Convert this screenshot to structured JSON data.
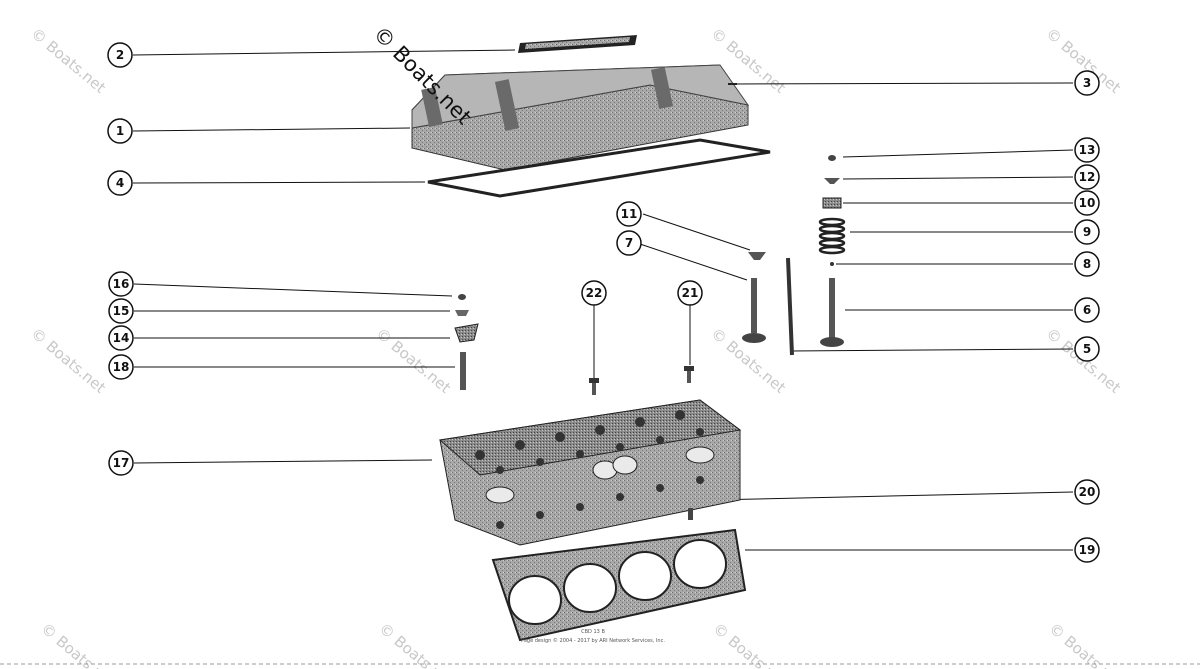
{
  "watermarks": {
    "primary": "© Boats.net",
    "faint": "© Boats.net"
  },
  "callouts": {
    "c1": "1",
    "c2": "2",
    "c3": "3",
    "c4": "4",
    "c5": "5",
    "c6": "6",
    "c7": "7",
    "c8": "8",
    "c9": "9",
    "c10": "10",
    "c11": "11",
    "c12": "12",
    "c13": "13",
    "c14": "14",
    "c15": "15",
    "c16": "16",
    "c17": "17",
    "c18": "18",
    "c19": "19",
    "c20": "20",
    "c21": "21",
    "c22": "22"
  },
  "footer": {
    "line1": "CBD 13 B",
    "line2": "Page design © 2004 - 2017 by ARI Network Services, Inc."
  },
  "colors": {
    "ink": "#111111",
    "part_fill": "#9a9a9a",
    "part_dark": "#555555",
    "watermark": "#c8c8c8"
  }
}
